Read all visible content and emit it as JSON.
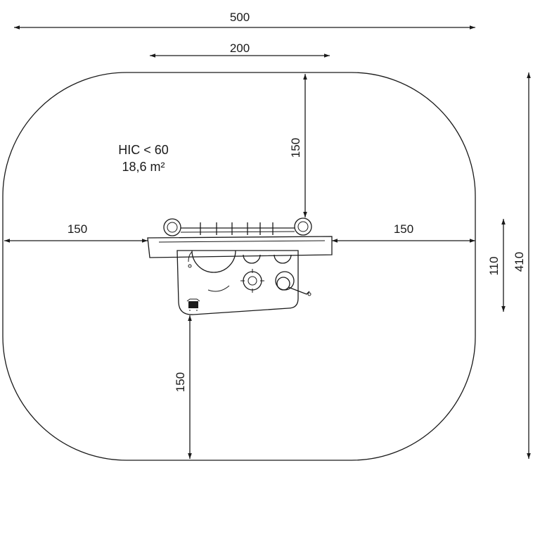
{
  "dimensions": {
    "total_width": "500",
    "equipment_width": "200",
    "left_clearance": "150",
    "right_clearance": "150",
    "top_clearance": "150",
    "bottom_clearance": "150",
    "equipment_depth": "110",
    "total_depth": "410"
  },
  "surface": {
    "hic": "HIC < 60",
    "area": "18,6 m²"
  },
  "colors": {
    "line": "#1a1a1a",
    "background": "#ffffff"
  }
}
